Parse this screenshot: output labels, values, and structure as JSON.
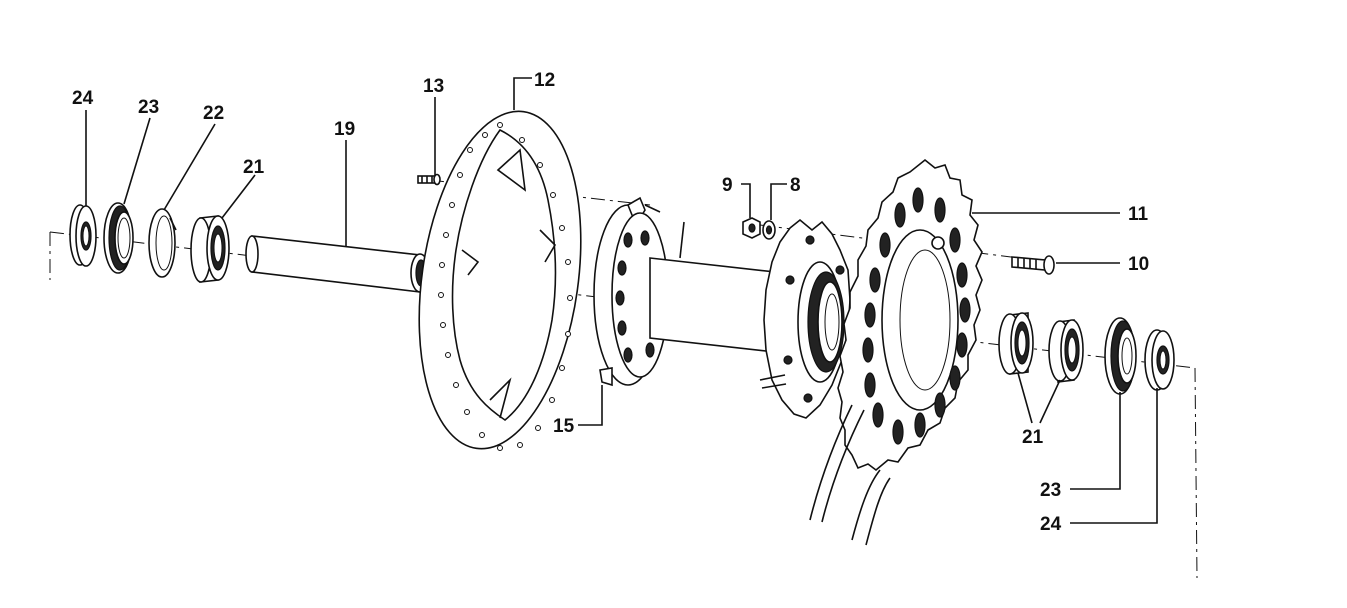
{
  "labels": {
    "l24a": "24",
    "l23a": "23",
    "l22": "22",
    "l21a": "21",
    "l19": "19",
    "l13": "13",
    "l12": "12",
    "l9": "9",
    "l8": "8",
    "l11": "11",
    "l10": "10",
    "l15": "15",
    "l21b": "21",
    "l23b": "23",
    "l24b": "24"
  }
}
